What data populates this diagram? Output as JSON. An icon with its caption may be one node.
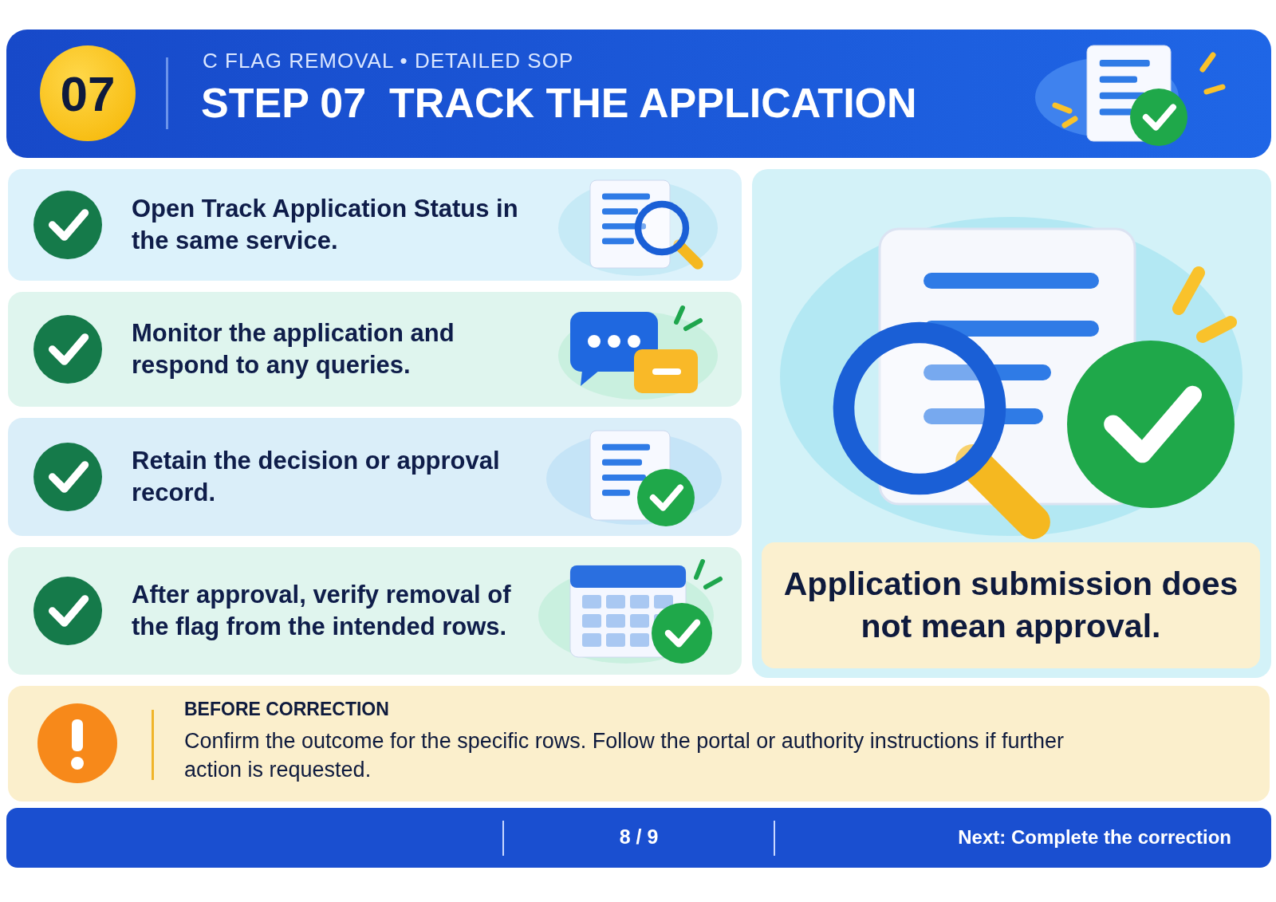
{
  "diagram": {
    "nodes": [
      {
        "text": [
          "C FLAG REMOVAL • DETAILED SOP",
          "STEP 07  TRACK THE APPLICATION"
        ]
      },
      {
        "text": [
          "07"
        ],
        "in": 0
      },
      {
        "text": [
          "Open Track Application Status in the same service."
        ]
      },
      {
        "text": [
          "Monitor the application and respond to any queries."
        ]
      },
      {
        "text": [
          "Retain the decision or approval record."
        ]
      },
      {
        "text": [
          "After approval, verify removal of the flag from the intended rows."
        ]
      },
      {
        "text": [],
        "shape": "box"
      },
      {
        "text": [
          "Application submission does not mean approval."
        ],
        "in": 6
      },
      {
        "text": [
          "BEFORE CORRECTION",
          "Confirm the outcome for the specific rows. Follow the portal or authority instructions if further action is requested."
        ]
      },
      {
        "text": [
          "8 / 9",
          "Next: Complete the correction"
        ]
      }
    ],
    "edges": []
  }
}
